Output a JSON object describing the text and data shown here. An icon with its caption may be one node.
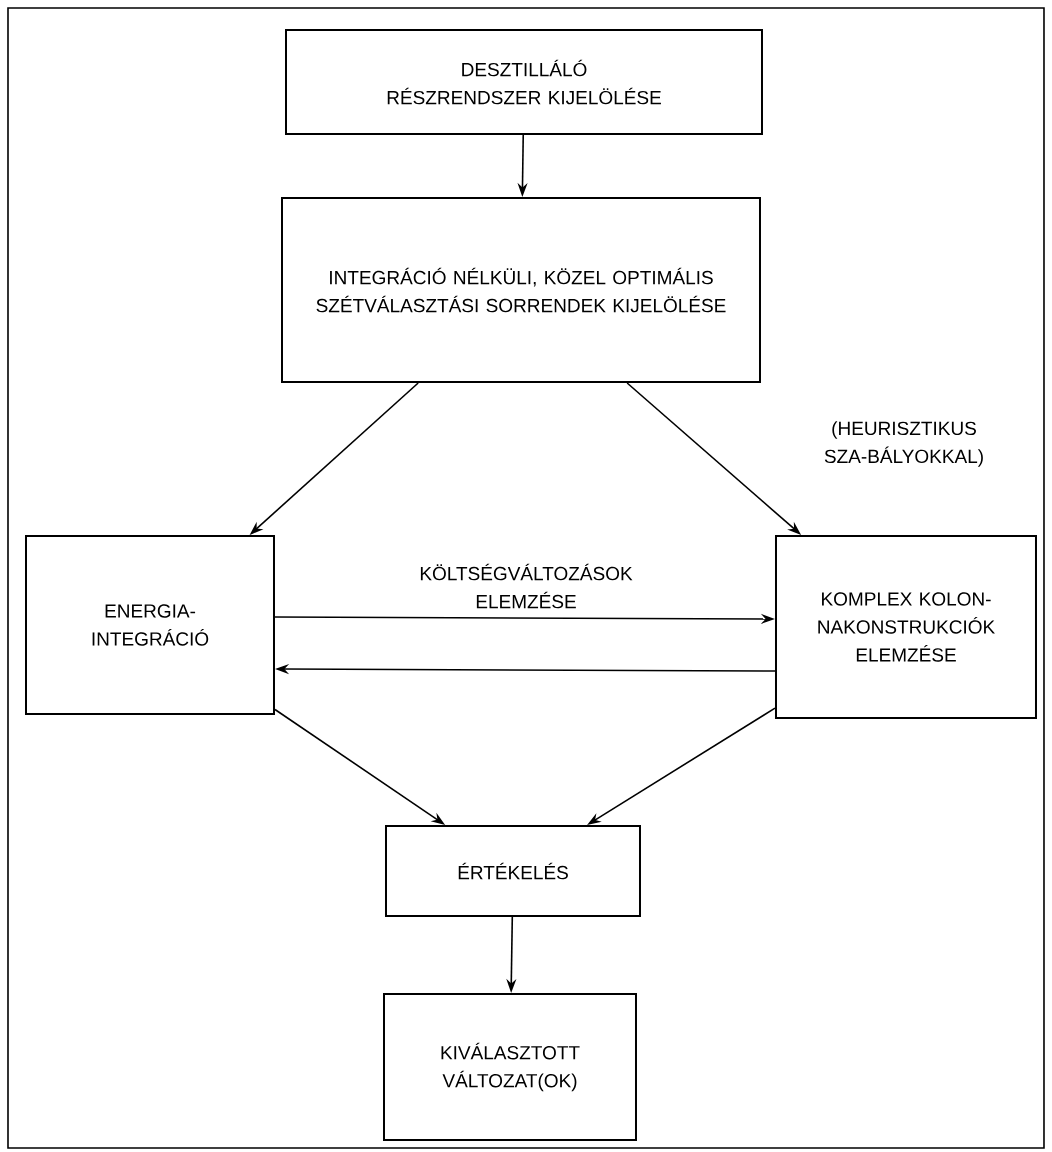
{
  "diagram": {
    "nodes": [
      {
        "text": [
          "DESZTILLÁLÓ RÉSZRENDSZER KIJELÖLÉSE"
        ]
      },
      {
        "text": [
          "INTEGRÁCIÓ NÉLKÜLI, KÖZEL OPTIMÁLIS SZÉTVÁLASZTÁSI SORRENDEK KIJELÖLÉSE"
        ]
      },
      {
        "text": [
          "ENERGIA-INTEGRÁCIÓ"
        ]
      },
      {
        "text": [
          "KOMPLEX KOLON-NAKONSTRUKCIÓK ELEMZÉSE"
        ]
      },
      {
        "text": [
          "ÉRTÉKELÉS"
        ]
      },
      {
        "text": [
          "KIVÁLASZTOTT VÁLTOZAT(OK)"
        ]
      }
    ],
    "edges": [
      {
        "from": 0,
        "to": 1,
        "arrow": "to"
      },
      {
        "from": 1,
        "to": 2,
        "arrow": "to"
      },
      {
        "from": 1,
        "to": 3,
        "arrow": "to",
        "label": "(HEURISZTIKUS SZA-BÁLYOKKAL)"
      },
      {
        "from": 2,
        "to": 3,
        "arrow": "to",
        "label": "KÖLTSÉGVÁLTOZÁSOK ELEMZÉSE"
      },
      {
        "from": 3,
        "to": 2,
        "arrow": "to"
      },
      {
        "from": 2,
        "to": 4,
        "arrow": "to"
      },
      {
        "from": 3,
        "to": 4,
        "arrow": "to"
      },
      {
        "from": 4,
        "to": 5,
        "arrow": "to"
      }
    ]
  }
}
